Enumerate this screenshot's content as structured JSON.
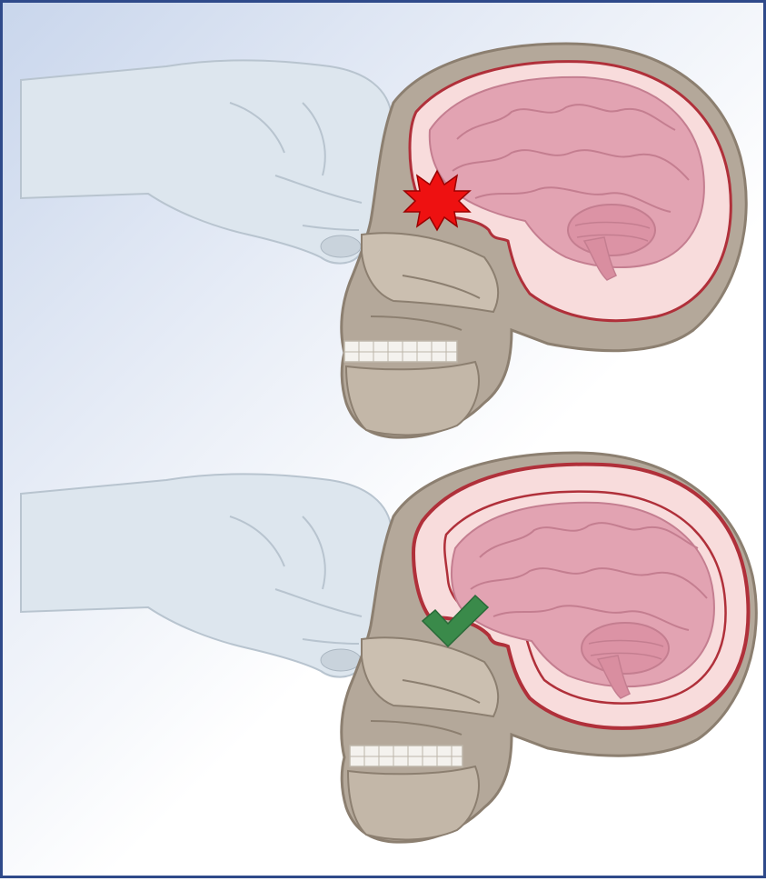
{
  "figure": {
    "panels": [
      {
        "id": "top",
        "marker": "red-burst-icon",
        "marker_color": "#ee1111",
        "meaning": "impact"
      },
      {
        "id": "bottom",
        "marker": "check-icon",
        "marker_color": "#3a8a4a",
        "meaning": "protected"
      }
    ],
    "colors": {
      "border": "#2f4a8a",
      "skin": "#dde6ee",
      "bone": "#b4a89a",
      "bone_dark": "#8c7f70",
      "brain": "#e2a3b2",
      "brain_dark": "#c47e90",
      "csf_layer": "#f8dcdc",
      "meninges": "#b0303a",
      "teeth": "#f4f2ee"
    }
  }
}
